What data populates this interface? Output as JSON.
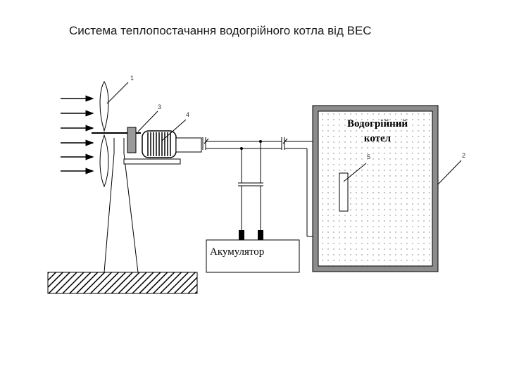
{
  "title": "Система теплопостачання водогрійного котла від ВЕС",
  "labels": {
    "n1": "1",
    "n2": "2",
    "n3": "3",
    "n4": "4",
    "n5": "5",
    "boiler_line1": "Водогрійний",
    "boiler_line2": "котел",
    "accumulator": "Акумулятор"
  }
}
